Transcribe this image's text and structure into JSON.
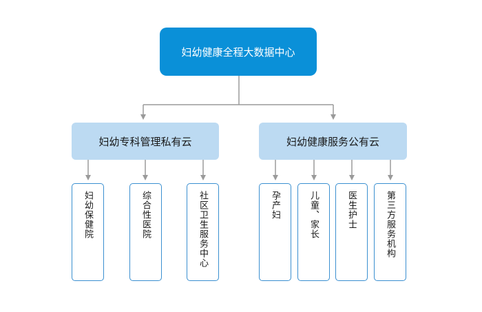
{
  "root": {
    "label": "妇幼健康全程大数据中心"
  },
  "branches": [
    {
      "label": "妇幼专科管理私有云",
      "children": [
        "妇幼保健院",
        "综合性医院",
        "社区卫生服务中心"
      ]
    },
    {
      "label": "妇幼健康服务公有云",
      "children": [
        "孕产妇",
        "儿童、家长",
        "医生护士",
        "第三方服务机构"
      ]
    }
  ],
  "colors": {
    "root_fill": "#0a90d8",
    "branch_fill": "#bcdaf2",
    "leaf_border": "#3a8fd0",
    "connector": "#9a9a9a"
  }
}
